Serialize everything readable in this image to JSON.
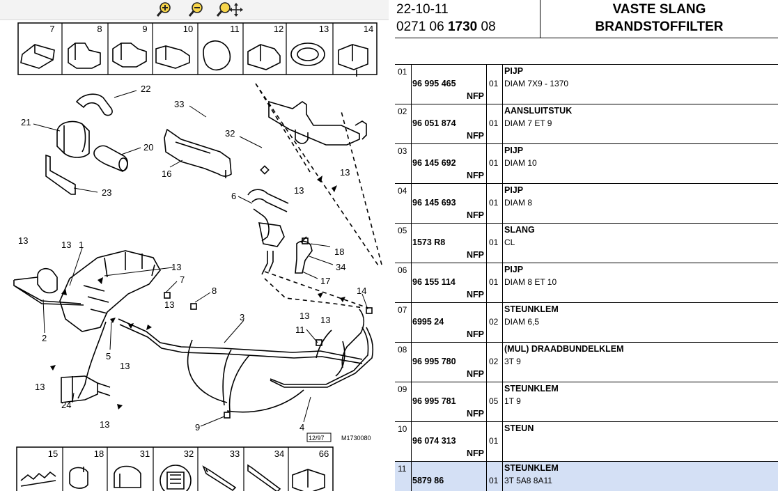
{
  "toolbar": {
    "buttons": [
      {
        "name": "zoom-in-icon"
      },
      {
        "name": "zoom-out-icon"
      },
      {
        "name": "zoom-pan-icon"
      }
    ]
  },
  "diagram": {
    "top_thumbs": [
      "7",
      "8",
      "9",
      "10",
      "11",
      "12",
      "13",
      "14"
    ],
    "bottom_thumbs": [
      "15",
      "18",
      "31",
      "32",
      "33",
      "34",
      "66"
    ],
    "callouts": {
      "c22": "22",
      "c33": "33",
      "c32": "32",
      "c21": "21",
      "c20": "20",
      "c16": "16",
      "c23": "23",
      "c6": "6",
      "c13a": "13",
      "c13b": "13",
      "c18": "18",
      "c34": "34",
      "c17": "17",
      "c13c": "13",
      "c13d": "13",
      "c1": "1",
      "c13e": "13",
      "c7": "7",
      "c13f": "13",
      "c8": "8",
      "c2": "2",
      "c5": "5",
      "c13g": "13",
      "c3": "3",
      "c14": "14",
      "c13h": "13",
      "c13i": "13",
      "c11": "11",
      "c13j": "13",
      "c24": "24",
      "c13k": "13",
      "c9": "9",
      "c4": "4"
    },
    "date_stamp": "12/97",
    "ref_code": "M1730080"
  },
  "header": {
    "date": "22-10-11",
    "code_prefix": "0271 06 ",
    "code_bold": "1730",
    "code_suffix": " 08",
    "title_line1": "VASTE SLANG",
    "title_line2": "BRANDSTOFFILTER"
  },
  "parts": [
    {
      "idx": "01",
      "ref": "96 995 465",
      "nfp": "NFP",
      "qty": "01",
      "name": "PIJP",
      "spec": "DIAM 7X9 - 1370"
    },
    {
      "idx": "02",
      "ref": "96 051 874",
      "nfp": "NFP",
      "qty": "01",
      "name": "AANSLUITSTUK",
      "spec": "DIAM 7 ET 9"
    },
    {
      "idx": "03",
      "ref": "96 145 692",
      "nfp": "NFP",
      "qty": "01",
      "name": "PIJP",
      "spec": "DIAM 10"
    },
    {
      "idx": "04",
      "ref": "96 145 693",
      "nfp": "NFP",
      "qty": "01",
      "name": "PIJP",
      "spec": "DIAM 8"
    },
    {
      "idx": "05",
      "ref": "1573 R8",
      "nfp": "NFP",
      "qty": "01",
      "name": "SLANG",
      "spec": "CL"
    },
    {
      "idx": "06",
      "ref": "96 155 114",
      "nfp": "NFP",
      "qty": "01",
      "name": "PIJP",
      "spec": "DIAM 8 ET 10"
    },
    {
      "idx": "07",
      "ref": "6995 24",
      "nfp": "NFP",
      "qty": "02",
      "name": "STEUNKLEM",
      "spec": "DIAM 6,5"
    },
    {
      "idx": "08",
      "ref": "96 995 780",
      "nfp": "NFP",
      "qty": "02",
      "name": "(MUL) DRAADBUNDELKLEM",
      "spec": "3T 9"
    },
    {
      "idx": "09",
      "ref": "96 995 781",
      "nfp": "NFP",
      "qty": "05",
      "name": "STEUNKLEM",
      "spec": "1T 9"
    },
    {
      "idx": "10",
      "ref": "96 074 313",
      "nfp": "NFP",
      "qty": "01",
      "name": "STEUN",
      "spec": ""
    },
    {
      "idx": "11",
      "ref": "5879 86",
      "nfp": "",
      "qty": "01",
      "name": "STEUNKLEM",
      "spec": "3T 5A8 8A11"
    }
  ]
}
